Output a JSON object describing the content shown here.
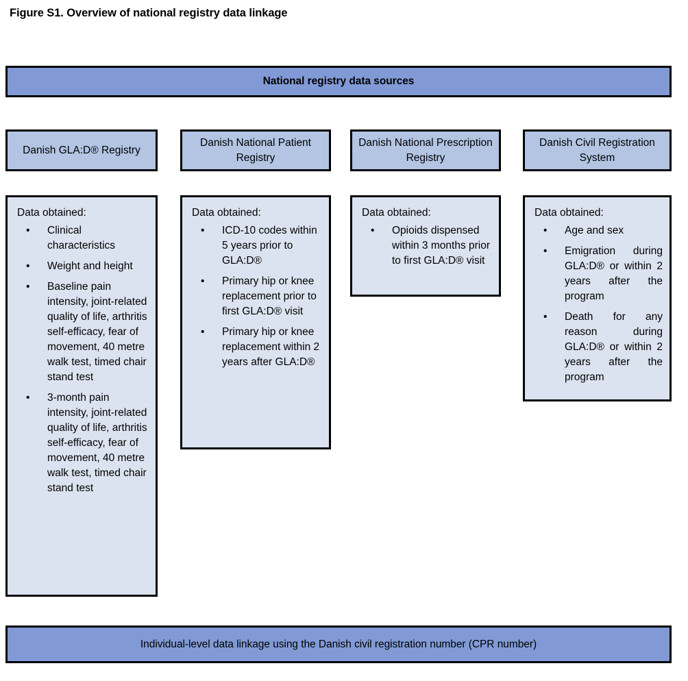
{
  "figure": {
    "title": "Figure S1. Overview of national registry data linkage"
  },
  "colors": {
    "banner_fill": "#819ad6",
    "registry_fill": "#b3c5e3",
    "data_fill": "#dce3f0",
    "border": "#000000",
    "text": "#000000",
    "page_background": "#ffffff"
  },
  "banner_top": {
    "label": "National registry data sources"
  },
  "banner_bottom": {
    "label": "Individual-level data linkage using the Danish civil registration number (CPR number)"
  },
  "columns": [
    {
      "registry_name": "Danish GLA:D® Registry",
      "data_heading": "Data obtained:",
      "bullet_char": "•",
      "align": "left",
      "items": [
        "Clinical characteristics",
        "Weight and height",
        "Baseline pain intensity, joint-related quality of life, arthritis self-efficacy, fear of movement, 40 metre walk test, timed chair stand test",
        "3-month pain intensity, joint-related quality of life, arthritis self-efficacy, fear of movement, 40 metre walk test, timed chair stand test"
      ]
    },
    {
      "registry_name": "Danish National Patient Registry",
      "data_heading": "Data obtained:",
      "bullet_char": "•",
      "align": "left",
      "items": [
        "ICD-10 codes within 5 years prior to GLA:D®",
        "Primary hip or knee replacement prior to first GLA:D® visit",
        "Primary hip or knee replacement within 2 years after GLA:D®"
      ]
    },
    {
      "registry_name": "Danish National Prescription Registry",
      "data_heading": "Data obtained:",
      "bullet_char": "•",
      "align": "left",
      "items": [
        "Opioids dispensed within 3 months prior to first GLA:D® visit"
      ]
    },
    {
      "registry_name": "Danish Civil Registration System",
      "data_heading": "Data obtained:",
      "bullet_char": "•",
      "align": "justify",
      "items": [
        "Age and sex",
        "Emigration during GLA:D® or within 2 years after the program",
        "Death for any reason during GLA:D® or within 2 years after the program"
      ]
    }
  ]
}
